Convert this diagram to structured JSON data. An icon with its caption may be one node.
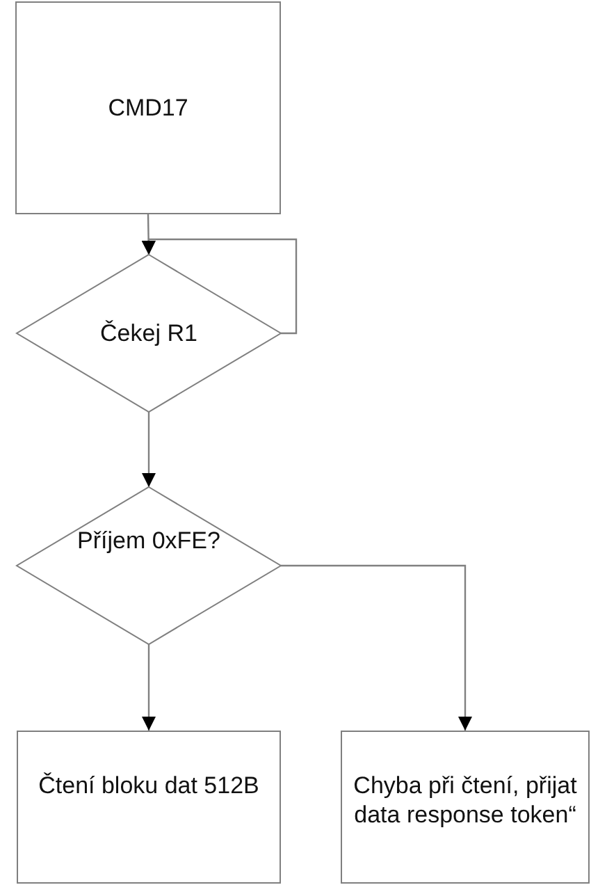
{
  "diagram": {
    "nodes": [
      {
        "text": [
          "CMD17"
        ]
      },
      {
        "text": [
          "Čekej R1"
        ]
      },
      {
        "text": [
          "Příjem 0xFE?"
        ]
      },
      {
        "text": [
          "Čtení bloku dat 512B"
        ]
      },
      {
        "text": [
          "Chyba při čtení, přijat data response token“"
        ]
      }
    ],
    "edges": [
      {
        "from": 0,
        "to": 1,
        "arrow": "to"
      },
      {
        "from": 1,
        "to": 1,
        "arrow": "to"
      },
      {
        "from": 1,
        "to": 2,
        "arrow": "to"
      },
      {
        "from": 2,
        "to": 3,
        "arrow": "to"
      },
      {
        "from": 2,
        "to": 4,
        "arrow": "to"
      }
    ]
  }
}
